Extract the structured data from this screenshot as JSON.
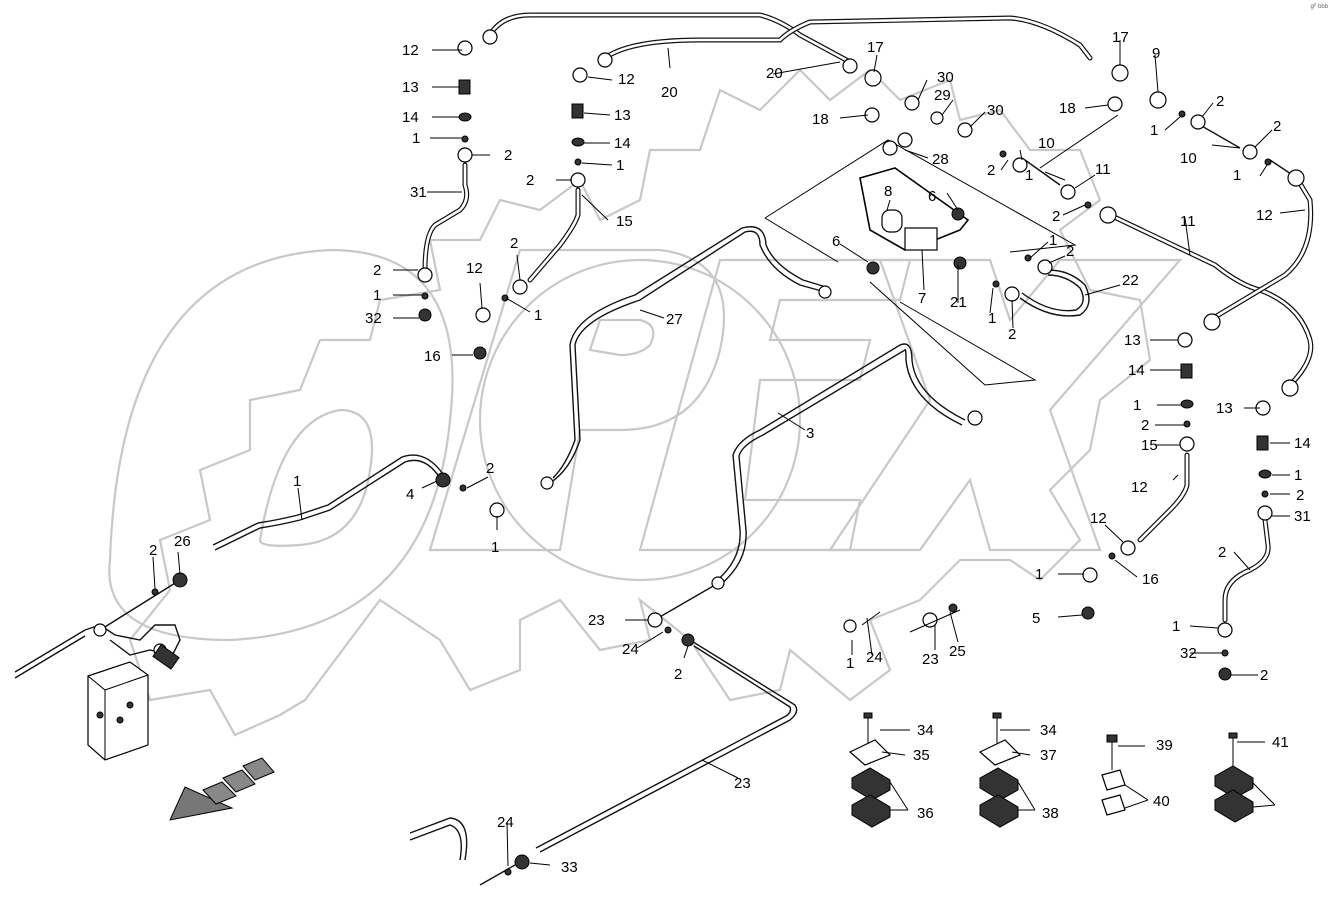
{
  "watermark": {
    "text": "OPEX"
  },
  "corner_tag": "gᴾ bbb",
  "callouts": [
    {
      "id": "c1",
      "text": "12"
    },
    {
      "id": "c2",
      "text": "13"
    },
    {
      "id": "c3",
      "text": "14"
    },
    {
      "id": "c4",
      "text": "1"
    },
    {
      "id": "c5",
      "text": "2"
    },
    {
      "id": "c6",
      "text": "31"
    },
    {
      "id": "c7",
      "text": "2"
    },
    {
      "id": "c8",
      "text": "1"
    },
    {
      "id": "c9",
      "text": "32"
    },
    {
      "id": "c10",
      "text": "16"
    },
    {
      "id": "c11",
      "text": "12"
    },
    {
      "id": "c12",
      "text": "2"
    },
    {
      "id": "c13",
      "text": "1"
    },
    {
      "id": "c14",
      "text": "12"
    },
    {
      "id": "c15",
      "text": "13"
    },
    {
      "id": "c16",
      "text": "14"
    },
    {
      "id": "c17",
      "text": "1"
    },
    {
      "id": "c18",
      "text": "2"
    },
    {
      "id": "c19",
      "text": "15"
    },
    {
      "id": "c20",
      "text": "20"
    },
    {
      "id": "c21",
      "text": "20"
    },
    {
      "id": "c22",
      "text": "17"
    },
    {
      "id": "c23",
      "text": "18"
    },
    {
      "id": "c24",
      "text": "30"
    },
    {
      "id": "c25",
      "text": "29"
    },
    {
      "id": "c26",
      "text": "30"
    },
    {
      "id": "c27",
      "text": "28"
    },
    {
      "id": "c28",
      "text": "8"
    },
    {
      "id": "c29",
      "text": "6"
    },
    {
      "id": "c30",
      "text": "6"
    },
    {
      "id": "c31",
      "text": "7"
    },
    {
      "id": "c32",
      "text": "21"
    },
    {
      "id": "c33",
      "text": "1"
    },
    {
      "id": "c34",
      "text": "2"
    },
    {
      "id": "c35",
      "text": "22"
    },
    {
      "id": "c36",
      "text": "1"
    },
    {
      "id": "c37",
      "text": "2"
    },
    {
      "id": "c38",
      "text": "17"
    },
    {
      "id": "c39",
      "text": "9"
    },
    {
      "id": "c40",
      "text": "18"
    },
    {
      "id": "c41",
      "text": "1"
    },
    {
      "id": "c42",
      "text": "2"
    },
    {
      "id": "c43",
      "text": "10"
    },
    {
      "id": "c44",
      "text": "2"
    },
    {
      "id": "c45",
      "text": "1"
    },
    {
      "id": "c46",
      "text": "2"
    },
    {
      "id": "c47",
      "text": "10"
    },
    {
      "id": "c48",
      "text": "1"
    },
    {
      "id": "c49",
      "text": "2"
    },
    {
      "id": "c50",
      "text": "11"
    },
    {
      "id": "c51",
      "text": "11"
    },
    {
      "id": "c52",
      "text": "12"
    },
    {
      "id": "c53",
      "text": "13"
    },
    {
      "id": "c54",
      "text": "14"
    },
    {
      "id": "c55",
      "text": "1"
    },
    {
      "id": "c56",
      "text": "2"
    },
    {
      "id": "c57",
      "text": "15"
    },
    {
      "id": "c58",
      "text": "12"
    },
    {
      "id": "c59",
      "text": "13"
    },
    {
      "id": "c60",
      "text": "14"
    },
    {
      "id": "c61",
      "text": "1"
    },
    {
      "id": "c62",
      "text": "2"
    },
    {
      "id": "c63",
      "text": "31"
    },
    {
      "id": "c64",
      "text": "2"
    },
    {
      "id": "c65",
      "text": "1"
    },
    {
      "id": "c66",
      "text": "32"
    },
    {
      "id": "c67",
      "text": "2"
    },
    {
      "id": "c68",
      "text": "12"
    },
    {
      "id": "c69",
      "text": "1"
    },
    {
      "id": "c70",
      "text": "16"
    },
    {
      "id": "c71",
      "text": "5"
    },
    {
      "id": "c72",
      "text": "27"
    },
    {
      "id": "c73",
      "text": "3"
    },
    {
      "id": "c74",
      "text": "1"
    },
    {
      "id": "c75",
      "text": "2"
    },
    {
      "id": "c76",
      "text": "4"
    },
    {
      "id": "c77",
      "text": "1"
    },
    {
      "id": "c78",
      "text": "2"
    },
    {
      "id": "c79",
      "text": "26"
    },
    {
      "id": "c80",
      "text": "23"
    },
    {
      "id": "c81",
      "text": "24"
    },
    {
      "id": "c82",
      "text": "2"
    },
    {
      "id": "c83",
      "text": "1"
    },
    {
      "id": "c84",
      "text": "24"
    },
    {
      "id": "c85",
      "text": "23"
    },
    {
      "id": "c86",
      "text": "25"
    },
    {
      "id": "c87",
      "text": "23"
    },
    {
      "id": "c88",
      "text": "24"
    },
    {
      "id": "c89",
      "text": "33"
    },
    {
      "id": "c90",
      "text": "34"
    },
    {
      "id": "c91",
      "text": "35"
    },
    {
      "id": "c92",
      "text": "36"
    },
    {
      "id": "c93",
      "text": "34"
    },
    {
      "id": "c94",
      "text": "37"
    },
    {
      "id": "c95",
      "text": "38"
    },
    {
      "id": "c96",
      "text": "39"
    },
    {
      "id": "c97",
      "text": "40"
    },
    {
      "id": "c98",
      "text": "41"
    }
  ]
}
